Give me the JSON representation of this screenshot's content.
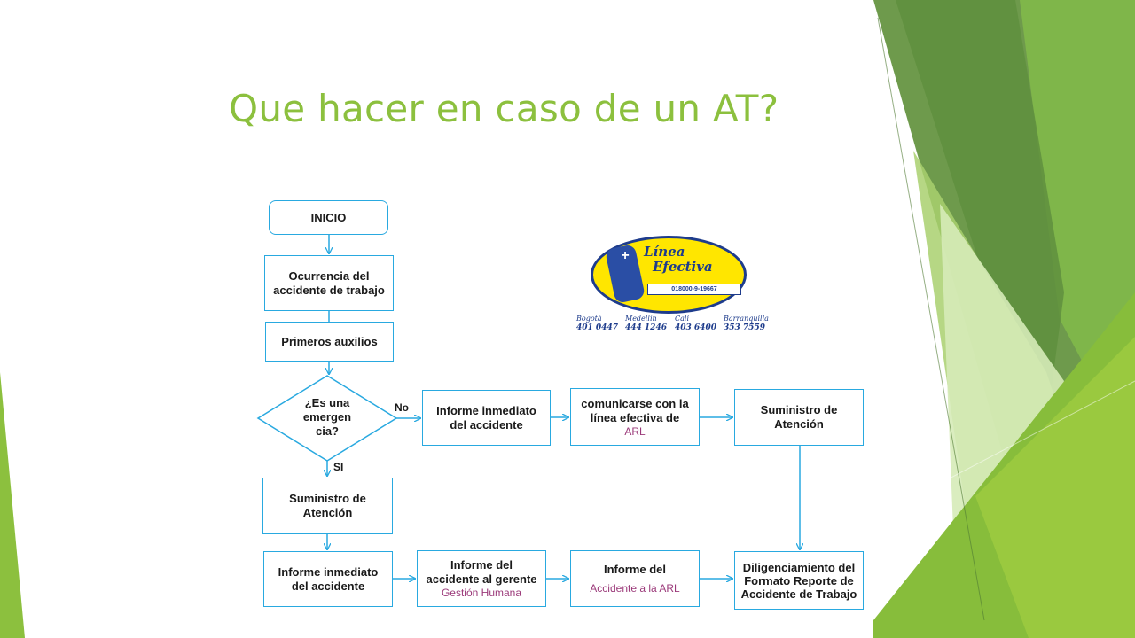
{
  "slide": {
    "title": "Que hacer en caso de un AT?"
  },
  "flowchart": {
    "start": "INICIO",
    "occurrence": "Ocurrencia del accidente de trabajo",
    "first_aid": "Primeros auxilios",
    "decision": "¿Es una emergen cia?",
    "label_no": "No",
    "label_yes": "SI",
    "report_immediate_top": "Informe inmediato del accidente",
    "contact_line": "comunicarse con la línea efectiva de",
    "contact_line_sub": "ARL",
    "care_top": "Suministro de Atención",
    "care_left": "Suministro de Atención",
    "report_immediate_bottom": "Informe inmediato del accidente",
    "report_manager": "Informe del accidente al gerente",
    "report_manager_sub": "Gestión Humana",
    "report_arl": "Informe del",
    "report_arl_sub": "Accidente a la ARL",
    "form_fill": "Diligenciamiento del Formato Reporte de Accidente de Trabajo"
  },
  "logo": {
    "name_line1": "Línea",
    "name_line2": "Efectiva",
    "number": "018000-9-19667",
    "cities": [
      {
        "city": "Bogotá",
        "phone": "401 0447"
      },
      {
        "city": "Medellín",
        "phone": "444 1246"
      },
      {
        "city": "Cali",
        "phone": "403 6400"
      },
      {
        "city": "Barranquilla",
        "phone": "353 7559"
      }
    ]
  },
  "colors": {
    "title": "#8cc03e",
    "connector": "#29a9e0",
    "accent_green": "#8cc03e",
    "dark_green": "#5e9a3a",
    "logo_yellow": "#ffe600",
    "logo_blue": "#1e3c8c"
  }
}
